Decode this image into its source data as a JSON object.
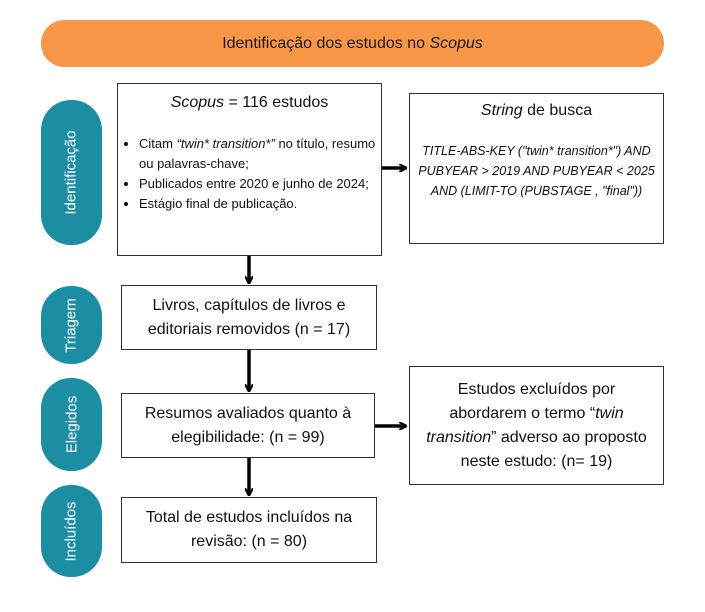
{
  "banner": {
    "prefix": "Identificação dos estudos no ",
    "italic": "Scopus"
  },
  "phases": {
    "identificacao": "Identificação",
    "triagem": "Triagem",
    "elegidos": "Elegidos",
    "incluidos": "Incluídos"
  },
  "scopus_box": {
    "title_italic": "Scopus",
    "title_rest": " = 116 estudos",
    "criteria": [
      {
        "pre": "Citam ",
        "italic": "“twin* transition*”",
        "post": " no título, resumo ou palavras-chave;"
      },
      {
        "pre": "Publicados entre 2020 e junho de 2024;",
        "italic": "",
        "post": ""
      },
      {
        "pre": "Estágio final de publicação.",
        "italic": "",
        "post": ""
      }
    ]
  },
  "string_box": {
    "title_italic": "String",
    "title_rest": " de busca",
    "query": "TITLE-ABS-KEY (\"twin* transition*\") AND PUBYEAR > 2019 AND PUBYEAR < 2025 AND (LIMIT-TO (PUBSTAGE , \"final\"))"
  },
  "triagem_box": {
    "text": "Livros, capítulos de livros e editoriais removidos (n = 17)"
  },
  "elegidos_box": {
    "text": "Resumos avaliados quanto à elegibilidade: (n = 99)"
  },
  "excluidos_box": {
    "pre": "Estudos  excluídos por abordarem o termo “",
    "italic": "twin transition",
    "post": "” adverso ao proposto neste estudo: (n= 19)"
  },
  "incluidos_box": {
    "text": "Total de estudos incluídos na revisão: (n = 80)"
  }
}
